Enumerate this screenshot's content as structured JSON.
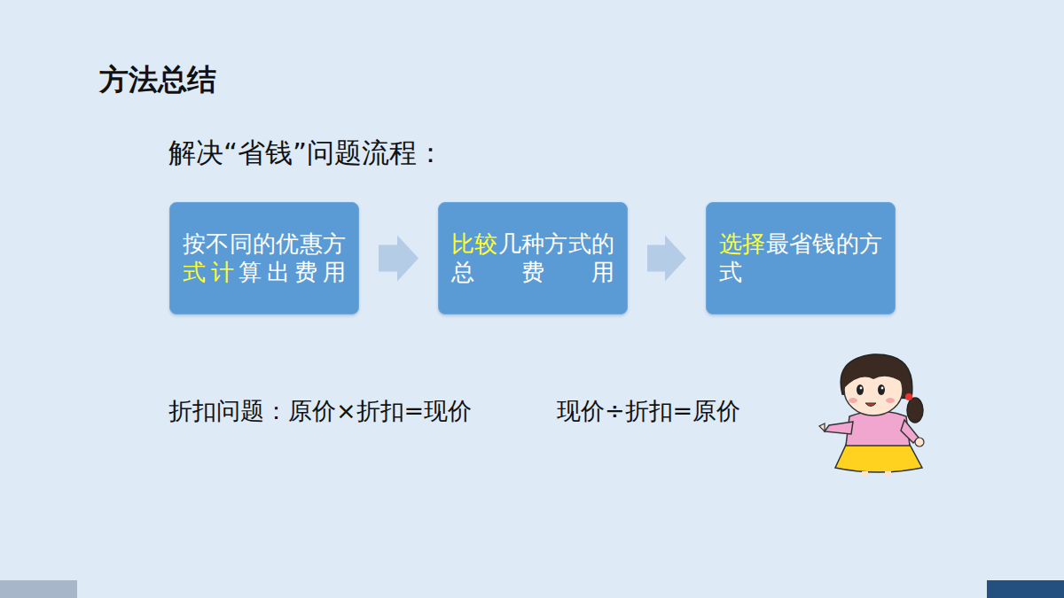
{
  "diagram": {
    "title": "方法总结",
    "nodes": [
      {
        "text": [
          "按不同的优惠方式计算出费用"
        ]
      },
      {
        "text": [
          "比较几种方式的总费用"
        ]
      },
      {
        "text": [
          "选择最省钱的方式"
        ]
      }
    ],
    "edges": [
      {
        "from": 0,
        "to": 1,
        "arrow": "to"
      },
      {
        "from": 1,
        "to": 2,
        "arrow": "to"
      }
    ],
    "labels": [
      "解决“省钱”问题流程：",
      "折扣问题：原价×折扣=现价",
      "现价÷折扣=原价"
    ]
  }
}
